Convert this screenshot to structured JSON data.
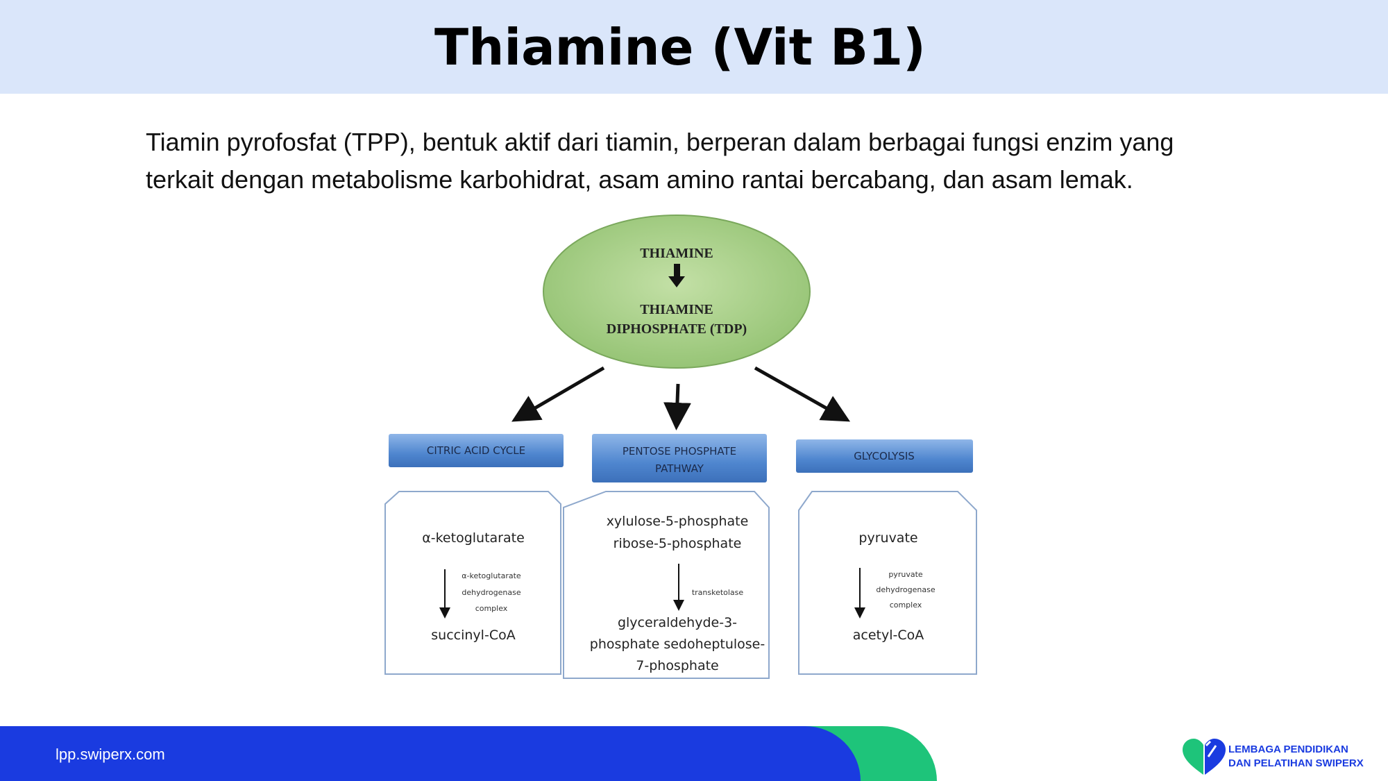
{
  "slide": {
    "title": "Thiamine (Vit B1)",
    "intro": "Tiamin pyrofosfat (TPP), bentuk aktif dari tiamin, berperan dalam berbagai fungsi enzim yang terkait dengan metabolisme karbohidrat, asam amino rantai bercabang, dan asam lemak."
  },
  "diagram": {
    "top": {
      "line1": "THIAMINE",
      "line2": "THIAMINE",
      "line3": "DIPHOSPHATE (TDP)"
    },
    "pathways": [
      {
        "label_lines": [
          "CITRIC ACID CYCLE"
        ],
        "substrate_lines": [
          "α-ketoglutarate"
        ],
        "enzyme_lines": [
          "α-ketoglutarate",
          "dehydrogenase",
          "complex"
        ],
        "product_lines": [
          "succinyl-CoA"
        ]
      },
      {
        "label_lines": [
          "PENTOSE PHOSPHATE",
          "PATHWAY"
        ],
        "substrate_lines": [
          "xylulose-5-phosphate",
          "ribose-5-phosphate"
        ],
        "enzyme_lines": [
          "transketolase"
        ],
        "product_lines": [
          "glyceraldehyde-3-",
          "phosphate sedoheptulose-",
          "7-phosphate"
        ]
      },
      {
        "label_lines": [
          "GLYCOLYSIS"
        ],
        "substrate_lines": [
          "pyruvate"
        ],
        "enzyme_lines": [
          "pyruvate",
          "dehydrogenase",
          "complex"
        ],
        "product_lines": [
          "acetyl-CoA"
        ]
      }
    ]
  },
  "footer": {
    "url": "lpp.swiperx.com",
    "logo_line1": "LEMBAGA PENDIDIKAN",
    "logo_line2": "DAN PELATIHAN SWIPERX"
  },
  "colors": {
    "header_bg": "#dae6fa",
    "ellipse_fill": "#a9d18e",
    "pathway_box": "#5b8fd0",
    "footer_blue": "#1a3be0",
    "footer_green": "#1ec47a"
  }
}
